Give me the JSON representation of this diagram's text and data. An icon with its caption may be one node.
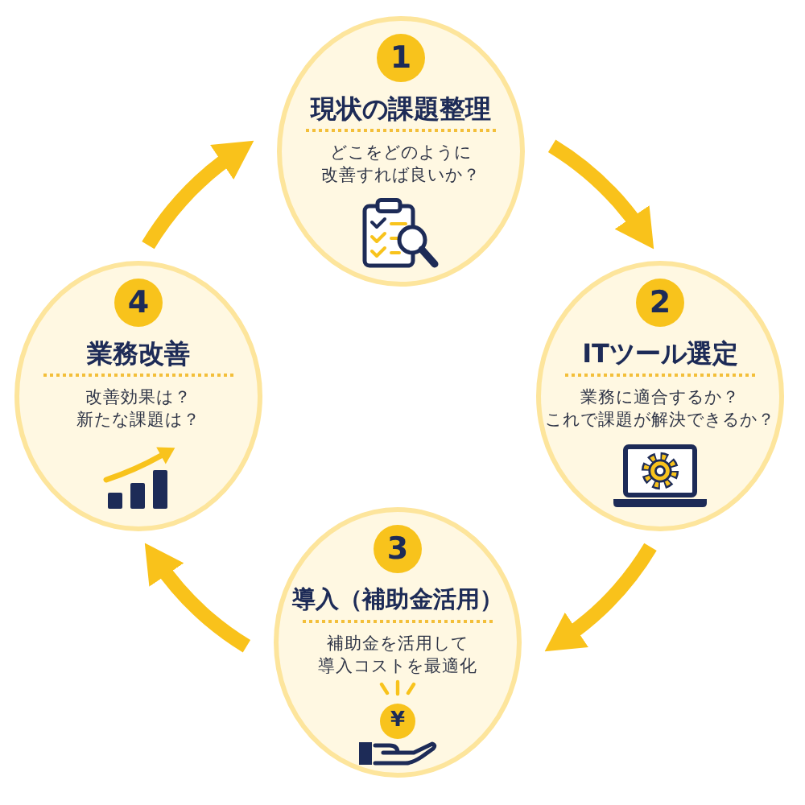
{
  "diagram": {
    "nodes": [
      {
        "text": [
          "現状の課題整理",
          "どこをどのように改善すれば良いか？"
        ]
      },
      {
        "text": [
          "1"
        ],
        "in": 0
      },
      {
        "text": [
          "ITツール選定",
          "業務に適合するか？これで課題が解決できるか？"
        ]
      },
      {
        "text": [
          "2"
        ],
        "in": 2
      },
      {
        "text": [
          "導入（補助金活用）",
          "補助金を活用して導入コストを最適化"
        ]
      },
      {
        "text": [
          "3"
        ],
        "in": 4
      },
      {
        "text": [
          "¥"
        ],
        "in": 4
      },
      {
        "text": [
          "業務改善",
          "改善効果は？新たな課題は？"
        ]
      },
      {
        "text": [
          "4"
        ],
        "in": 7
      }
    ],
    "edges": [
      {
        "from": 0,
        "to": 2,
        "arrow": "to"
      },
      {
        "from": 2,
        "to": 4,
        "arrow": "to"
      },
      {
        "from": 4,
        "to": 7,
        "arrow": "to"
      },
      {
        "from": 7,
        "to": 0,
        "arrow": "to"
      }
    ]
  }
}
